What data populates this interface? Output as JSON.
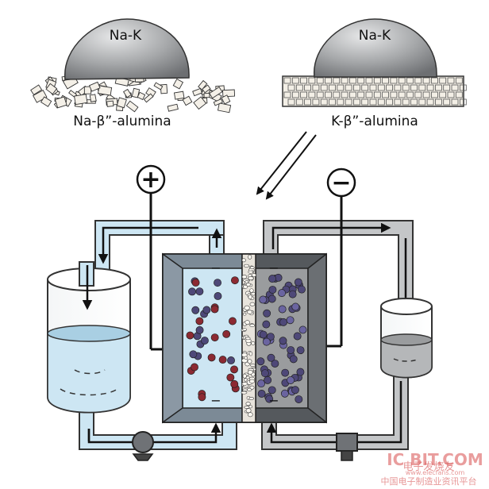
{
  "top": {
    "left_droplet_label": "Na-K",
    "right_droplet_label": "Na-K",
    "left_membrane_label": "Na-β”-alumina",
    "right_membrane_label": "K-β”-alumina"
  },
  "cell": {
    "positive_terminal": "+",
    "negative_terminal": "−",
    "left_minus_marks": [
      "−",
      "−"
    ],
    "right_minus_marks": [
      "−",
      "−"
    ]
  },
  "watermark": {
    "brand": "IC BIT.COM",
    "line1": "电子发烧友",
    "line2": "www.elecfans.com",
    "line3": "中国电子制造业资讯平台"
  },
  "colors": {
    "catholyte": "#cde6f3",
    "catholyte_dark": "#a9cfe3",
    "anolyte": "#9a9c9e",
    "anolyte_light": "#c4c6c8",
    "droplet": "#a6a8aa",
    "particle_red": "#8c2a32",
    "particle_purple": "#4e4878",
    "frame": "#6a6f74",
    "membrane": "#e8e4dc",
    "watermark": "#cf2e2e"
  }
}
